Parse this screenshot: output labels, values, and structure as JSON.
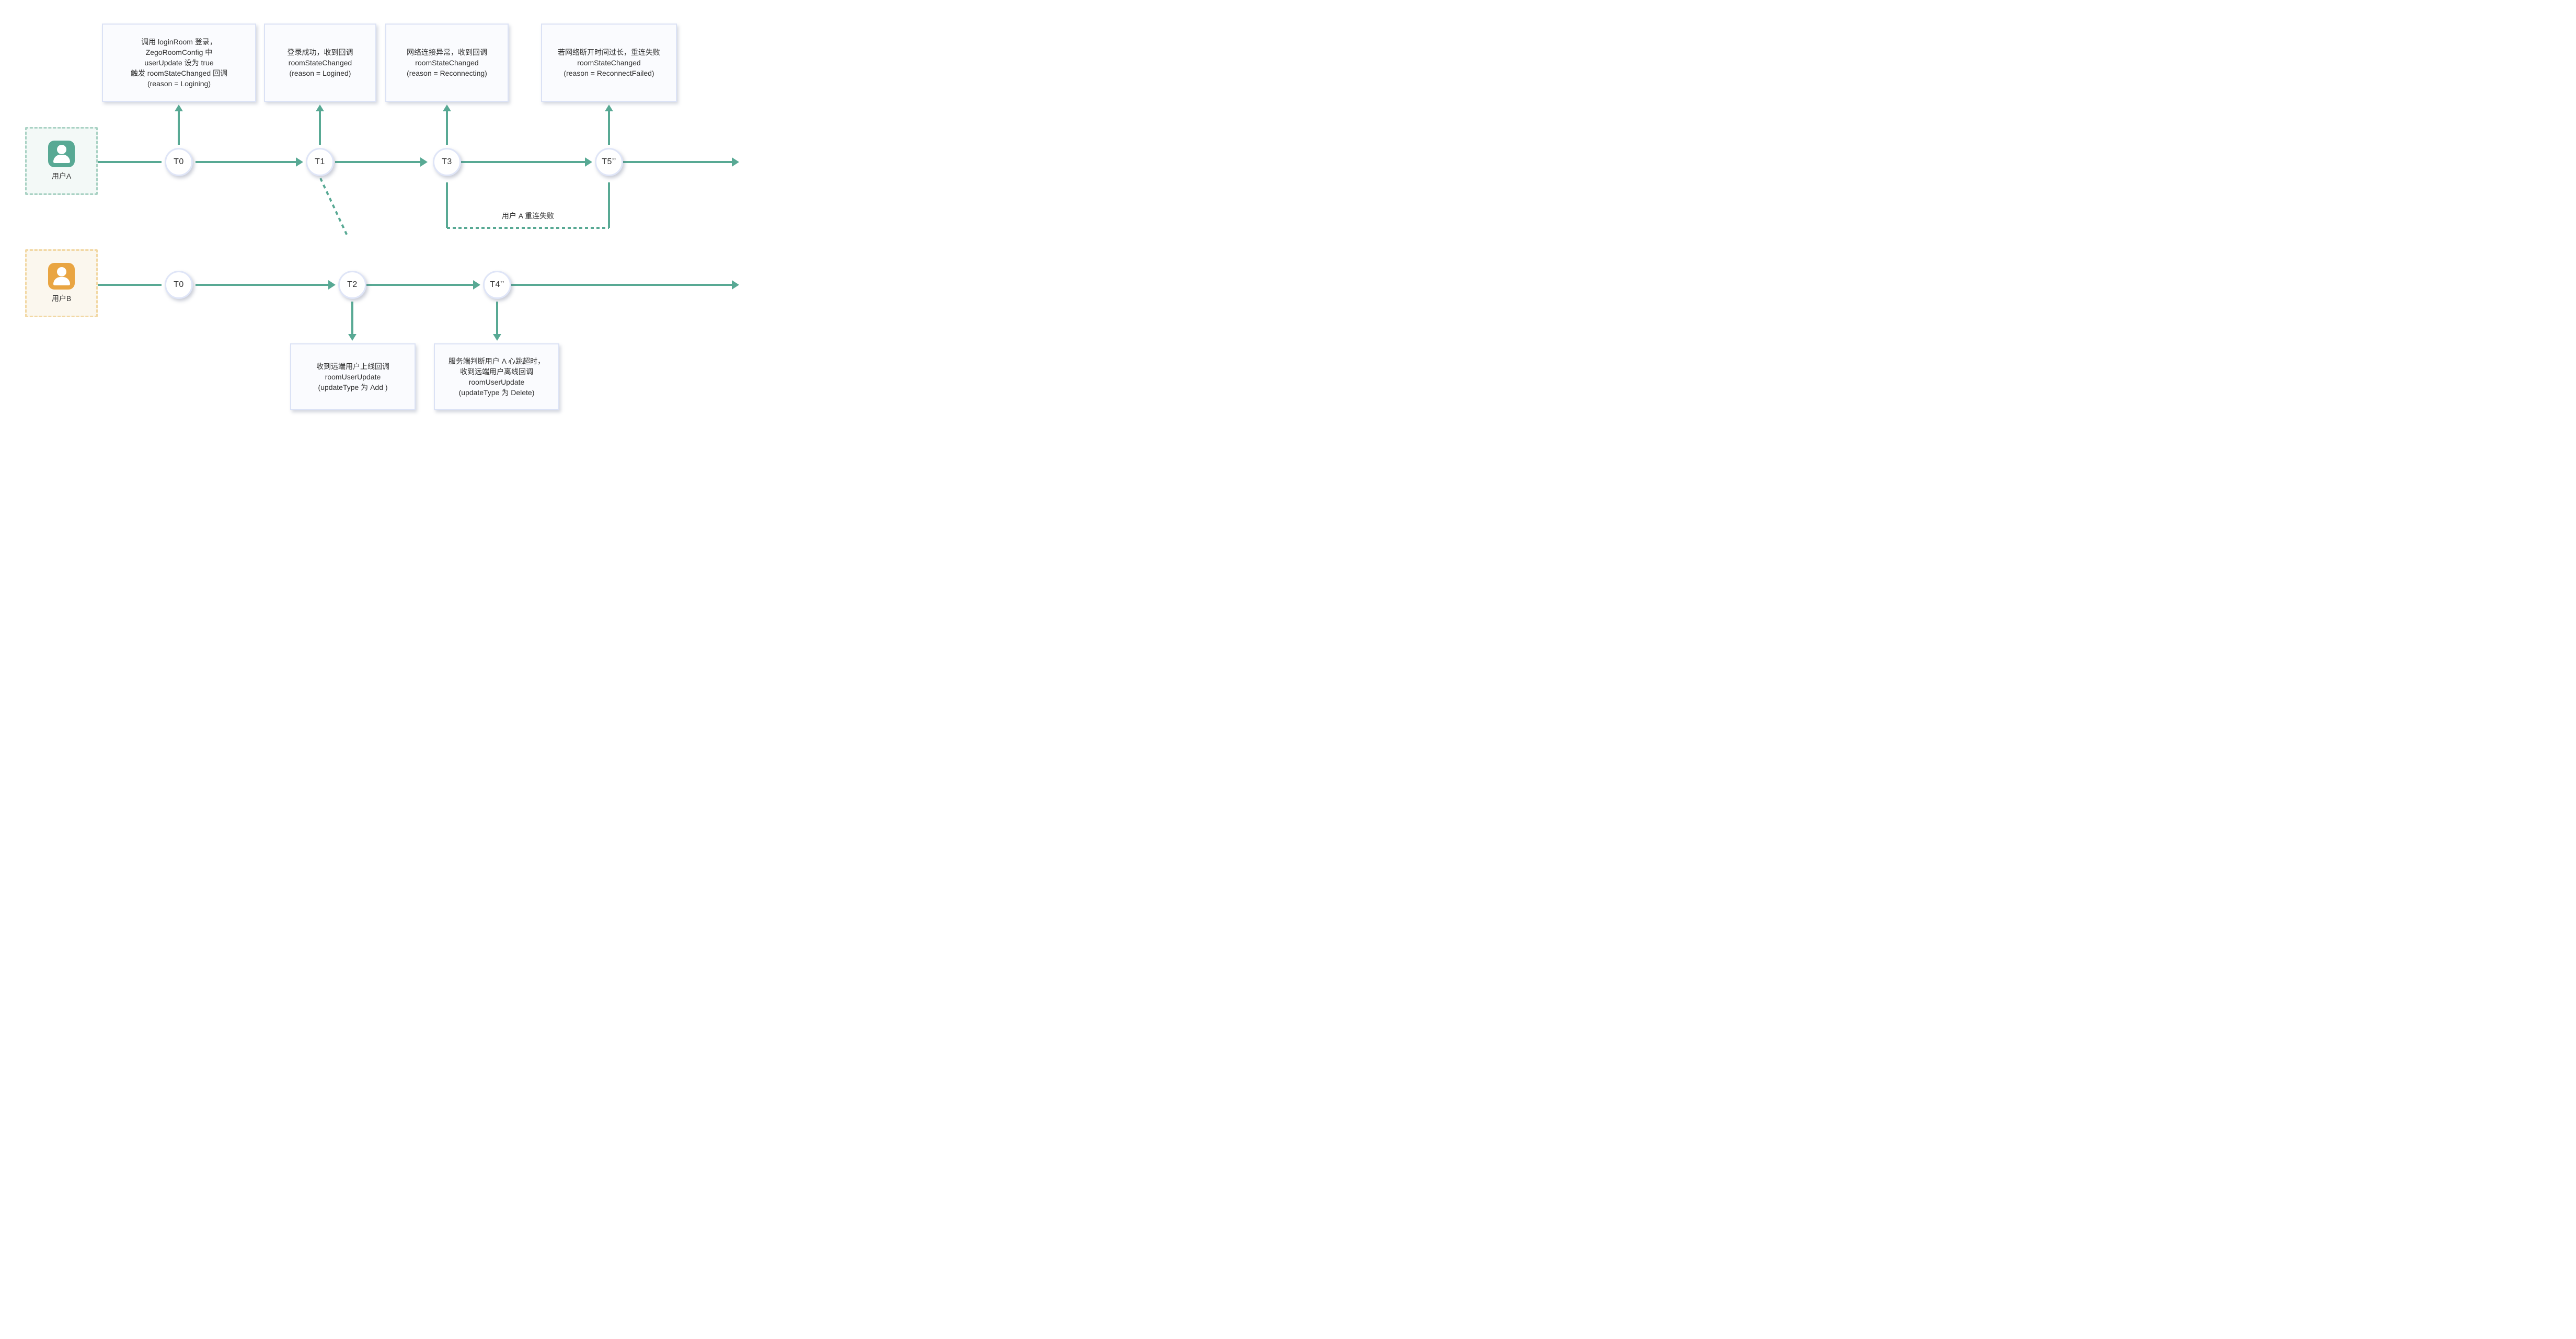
{
  "colors": {
    "timeline_teal": "#58A994",
    "user_a_accent": "#58A994",
    "user_a_border": "#A9D2C4",
    "user_a_bg": "#F3F9F7",
    "user_b_accent": "#E9A542",
    "user_b_border": "#F2D8A4",
    "user_b_bg": "#FBF7EE",
    "node_border": "#DFE5F7",
    "callout_border": "#DBE2F5",
    "callout_bg": "#FAFBFE",
    "text": "#2F2F2F"
  },
  "users": {
    "a": {
      "label": "用户A"
    },
    "b": {
      "label": "用户B"
    }
  },
  "nodes": {
    "timeline_a": [
      {
        "label": "T0"
      },
      {
        "label": "T1"
      },
      {
        "label": "T3"
      },
      {
        "label": "T5’’"
      }
    ],
    "timeline_b": [
      {
        "label": "T0"
      },
      {
        "label": "T2"
      },
      {
        "label": "T4’’"
      }
    ]
  },
  "callouts": {
    "a_t0": {
      "lines": [
        "调用 loginRoom 登录，",
        "ZegoRoomConfig 中",
        "userUpdate 设为 true",
        "触发 roomStateChanged 回调",
        "(reason = Logining)"
      ]
    },
    "a_t1": {
      "lines": [
        "登录成功，收到回调",
        "roomStateChanged",
        "(reason = Logined)"
      ]
    },
    "a_t3": {
      "lines": [
        "网络连接异常，收到回调",
        "roomStateChanged",
        "(reason = Reconnecting)"
      ]
    },
    "a_t5": {
      "lines": [
        "若网络断开时间过长，重连失败",
        "roomStateChanged",
        "(reason = ReconnectFailed)"
      ]
    },
    "b_t2": {
      "lines": [
        "收到远端用户上线回调",
        "roomUserUpdate",
        "(updateType 为 Add )"
      ]
    },
    "b_t4": {
      "lines": [
        "服务端判断用户 A 心跳超时，",
        "收到远端用户离线回调",
        "roomUserUpdate",
        "(updateType 为 Delete)"
      ]
    }
  },
  "annotations": {
    "reconnect_failed": "用户 A 重连失败"
  }
}
